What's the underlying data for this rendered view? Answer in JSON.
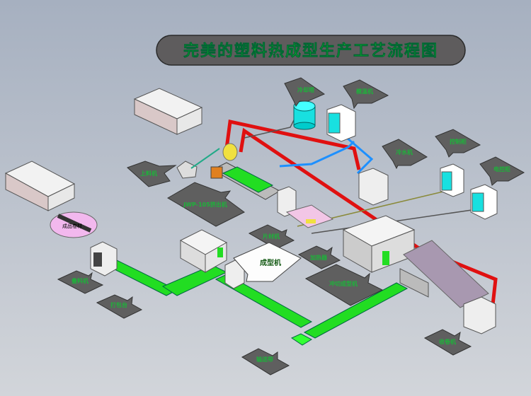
{
  "title": "完美的塑料热成型生产工艺流程图",
  "callouts": {
    "cooling_tower": "冷却塔",
    "mold_temp": "模温机",
    "chiller": "冷水机",
    "control_cabinet_1": "控制柜",
    "control_cabinet_2": "电控柜",
    "loader": "上料机",
    "extruder": "JWP-105挤出机",
    "sheet_feed": "片材机",
    "heater": "加热器",
    "forming": "成型机",
    "cutting": "冲切成型机",
    "stacker": "叠料机",
    "packing": "打包台",
    "conveyor": "输送带",
    "winder": "收卷机"
  },
  "product_label": "成品卷材",
  "colors": {
    "pipe_hot": "#e01010",
    "pipe_cold": "#1e90ff",
    "machine_green": "#22dd22",
    "callout": "#5f5f5f"
  }
}
